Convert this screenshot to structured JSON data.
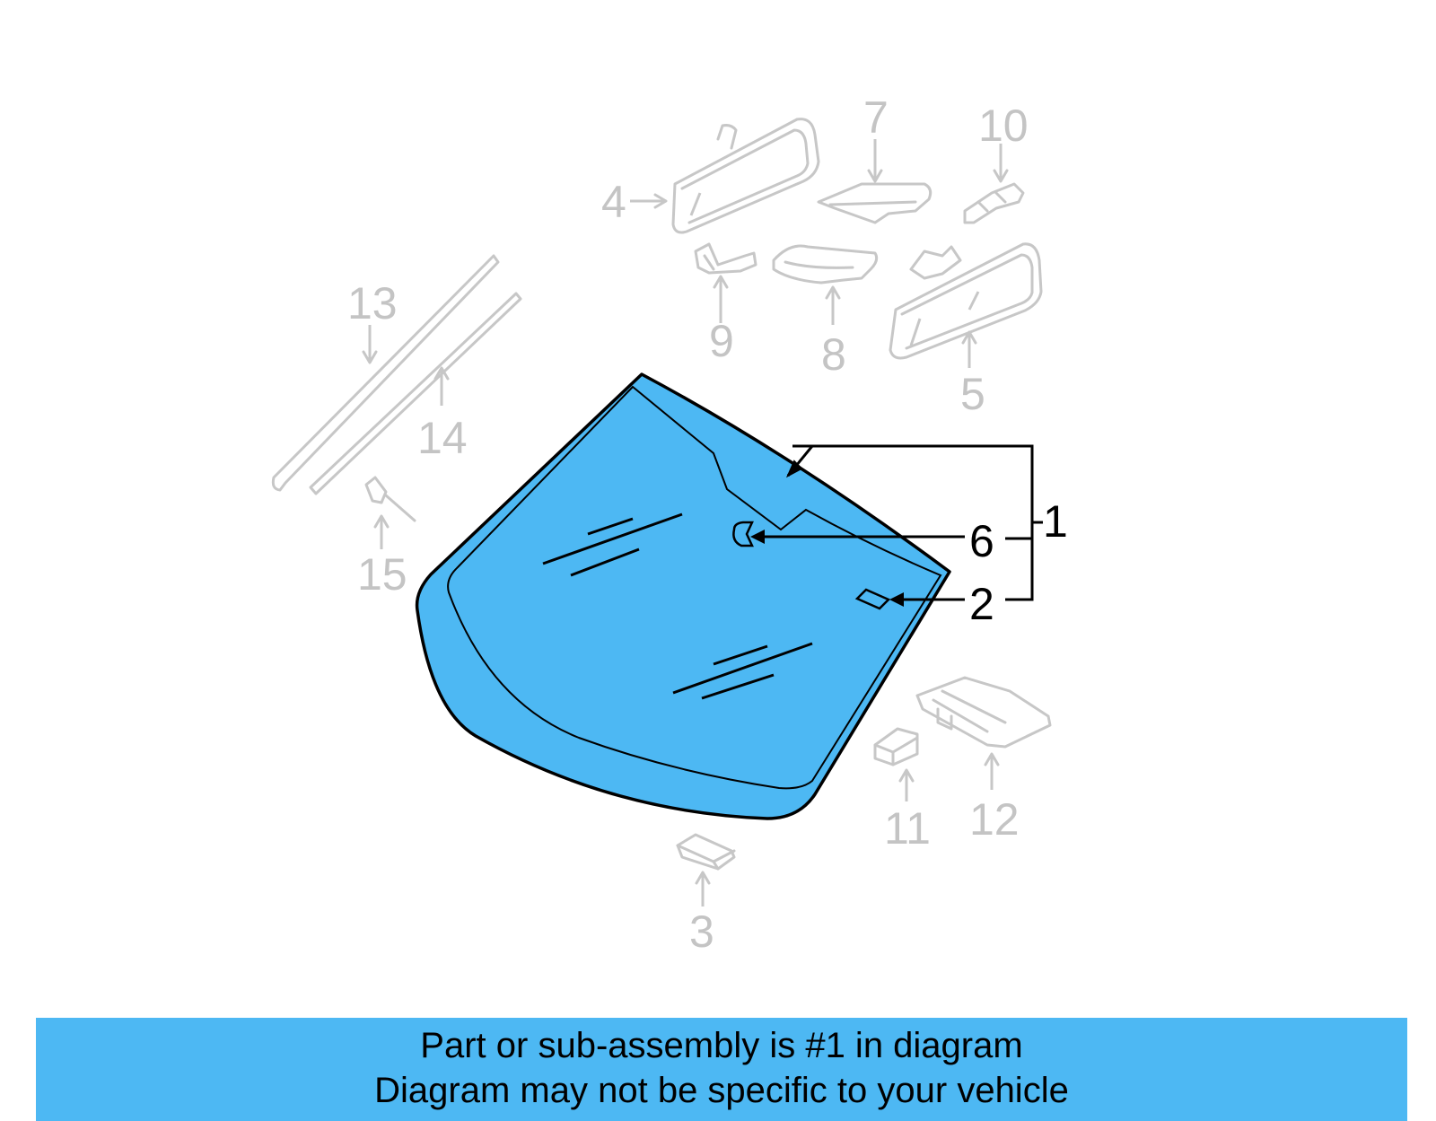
{
  "diagram": {
    "highlight_color": "#4db8f3",
    "ghost_color": "#c4c4c4",
    "callouts": {
      "c1": "1",
      "c2": "2",
      "c3": "3",
      "c4": "4",
      "c5": "5",
      "c6": "6",
      "c7": "7",
      "c8": "8",
      "c9": "9",
      "c10": "10",
      "c11": "11",
      "c12": "12",
      "c13": "13",
      "c14": "14",
      "c15": "15"
    }
  },
  "caption": {
    "line1": "Part or sub-assembly is #1 in diagram",
    "line2": "Diagram may not be specific to your vehicle"
  }
}
